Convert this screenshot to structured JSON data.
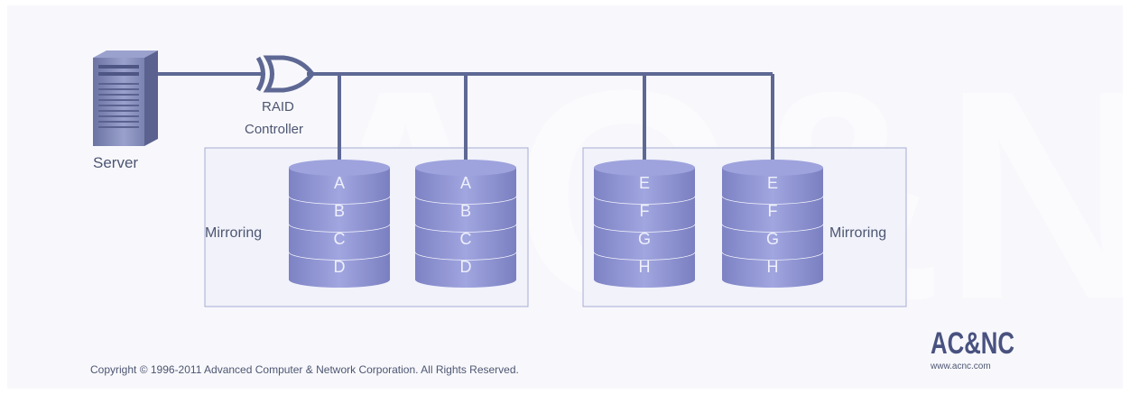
{
  "server": {
    "label": "Server"
  },
  "controller": {
    "line1": "RAID",
    "line2": "Controller"
  },
  "groups": [
    {
      "label": "Mirroring",
      "disks": [
        [
          "A",
          "B",
          "C",
          "D"
        ],
        [
          "A",
          "B",
          "C",
          "D"
        ]
      ]
    },
    {
      "label": "Mirroring",
      "disks": [
        [
          "E",
          "F",
          "G",
          "H"
        ],
        [
          "E",
          "F",
          "G",
          "H"
        ]
      ]
    }
  ],
  "footer": {
    "copyright": "Copyright © 1996-2011 Advanced Computer & Network Corporation. All Rights Reserved."
  },
  "logo": {
    "text": "AC&NC",
    "url": "www.acnc.com"
  },
  "colors": {
    "bus": "#5e6894",
    "disk": "#8d92d2",
    "disk_dark": "#6f74b5",
    "group_border": "#a7acd3",
    "group_fill": "#f4f5fc"
  }
}
